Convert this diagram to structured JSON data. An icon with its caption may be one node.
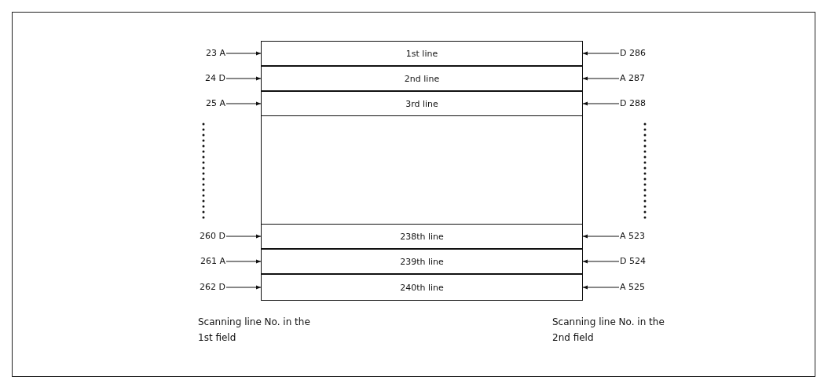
{
  "diagram": {
    "nodes": [
      {
        "text": [
          "23 A"
        ]
      },
      {
        "text": [
          "1st line"
        ]
      },
      {
        "text": [
          "D 286"
        ]
      },
      {
        "text": [
          "24 D"
        ]
      },
      {
        "text": [
          "2nd line"
        ]
      },
      {
        "text": [
          "A 287"
        ]
      },
      {
        "text": [
          "25 A"
        ]
      },
      {
        "text": [
          "3rd line"
        ]
      },
      {
        "text": [
          "D 288"
        ]
      },
      {
        "text": [],
        "shape": "box"
      },
      {
        "text": [
          "260 D"
        ]
      },
      {
        "text": [
          "238th line"
        ]
      },
      {
        "text": [
          "A 523"
        ]
      },
      {
        "text": [
          "261 A"
        ]
      },
      {
        "text": [
          "239th line"
        ]
      },
      {
        "text": [
          "D 524"
        ]
      },
      {
        "text": [
          "262 D"
        ]
      },
      {
        "text": [
          "240th line"
        ]
      },
      {
        "text": [
          "A 525"
        ]
      }
    ],
    "edges": [
      {
        "from": 0,
        "to": 1,
        "arrow": "to"
      },
      {
        "from": 2,
        "to": 1,
        "arrow": "to"
      },
      {
        "from": 3,
        "to": 4,
        "arrow": "to"
      },
      {
        "from": 5,
        "to": 4,
        "arrow": "to"
      },
      {
        "from": 6,
        "to": 7,
        "arrow": "to"
      },
      {
        "from": 8,
        "to": 7,
        "arrow": "to"
      },
      {
        "from": 10,
        "to": 11,
        "arrow": "to"
      },
      {
        "from": 12,
        "to": 11,
        "arrow": "to"
      },
      {
        "from": 13,
        "to": 14,
        "arrow": "to"
      },
      {
        "from": 15,
        "to": 14,
        "arrow": "to"
      },
      {
        "from": 16,
        "to": 17,
        "arrow": "to"
      },
      {
        "from": 18,
        "to": 17,
        "arrow": "to"
      }
    ],
    "labels": [
      "Scanning line No. in the 1st field",
      "Scanning line No. in the 2nd field"
    ]
  }
}
